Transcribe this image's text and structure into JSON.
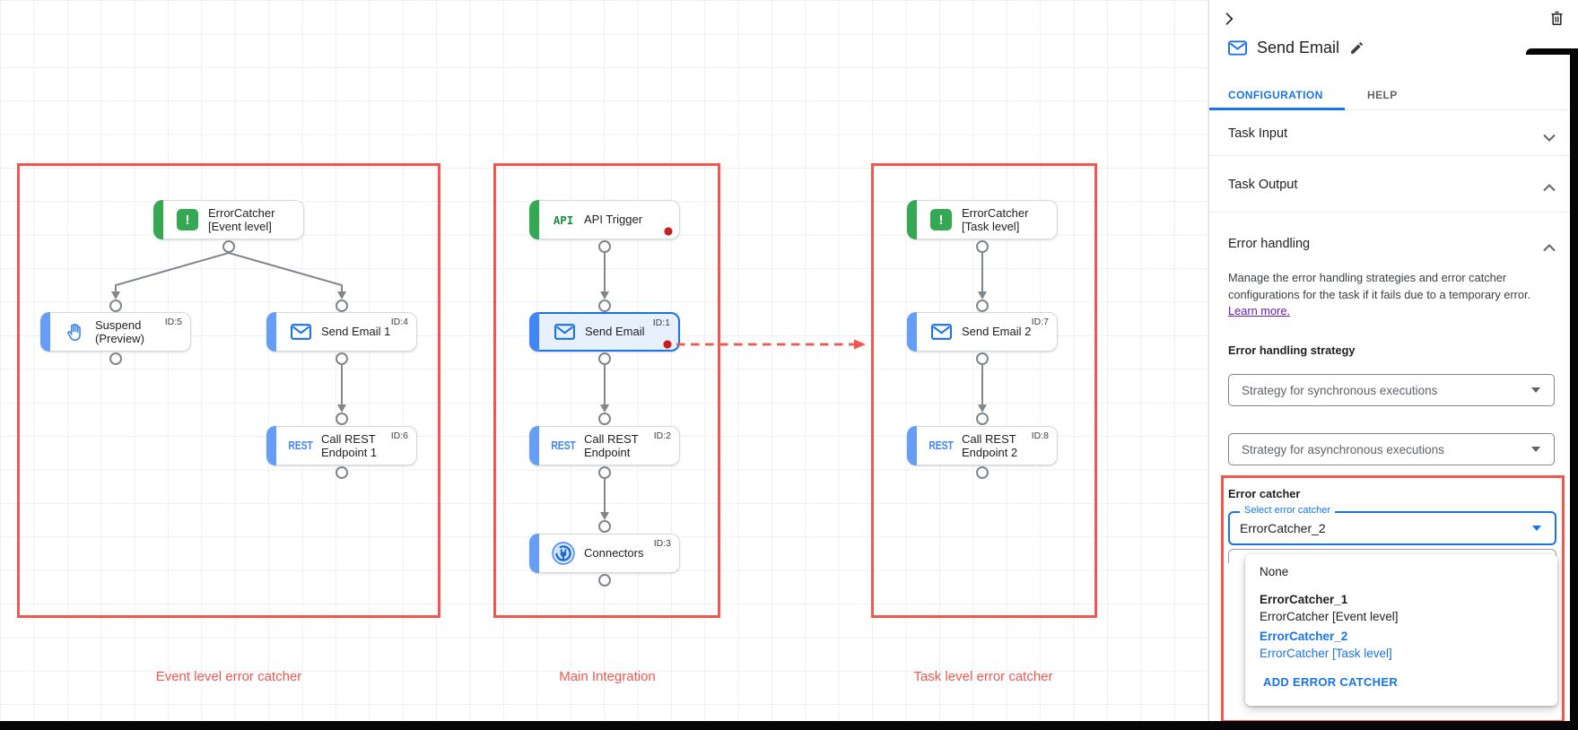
{
  "canvas": {
    "group_labels": {
      "event": "Event level error catcher",
      "main": "Main Integration",
      "task": "Task level error catcher"
    },
    "icon_texts": {
      "api": "API",
      "rest": "REST",
      "error": "!"
    },
    "nodes": {
      "ec_event": {
        "label": "ErrorCatcher [Event level]"
      },
      "suspend": {
        "label": "Suspend (Preview)",
        "id": "ID:5"
      },
      "send_email_1": {
        "label": "Send Email 1",
        "id": "ID:4"
      },
      "call_rest_1": {
        "label": "Call REST Endpoint 1",
        "id": "ID:6"
      },
      "api_trigger": {
        "label": "API Trigger"
      },
      "send_email": {
        "label": "Send Email",
        "id": "ID:1"
      },
      "call_rest": {
        "label": "Call REST Endpoint",
        "id": "ID:2"
      },
      "connectors": {
        "label": "Connectors",
        "id": "ID:3"
      },
      "ec_task": {
        "label": "ErrorCatcher [Task level]"
      },
      "send_email_2": {
        "label": "Send Email 2",
        "id": "ID:7"
      },
      "call_rest_2": {
        "label": "Call REST Endpoint 2",
        "id": "ID:8"
      }
    }
  },
  "panel": {
    "title": "Send Email",
    "tabs": {
      "configuration": "CONFIGURATION",
      "help": "HELP"
    },
    "sections": {
      "task_input": "Task Input",
      "task_output": "Task Output",
      "error_handling": "Error handling"
    },
    "error_handling": {
      "description": "Manage the error handling strategies and error catcher configurations for the task if it fails due to a temporary error.",
      "learn_more": "Learn more.",
      "strategy_label": "Error handling strategy",
      "sync_select_value": "Strategy for synchronous executions",
      "async_select_value": "Strategy for asynchronous executions",
      "error_catcher_label": "Error catcher",
      "select_label": "Select error catcher",
      "select_value": "ErrorCatcher_2",
      "menu": {
        "none": "None",
        "ec1_name": "ErrorCatcher_1",
        "ec1_desc": "ErrorCatcher [Event level]",
        "ec2_name": "ErrorCatcher_2",
        "ec2_desc": "ErrorCatcher [Task level]",
        "add": "ADD ERROR CATCHER"
      }
    }
  },
  "icons": {
    "collapse-panel": "chevron-right",
    "delete-task": "trash",
    "task": "envelope",
    "edit-title": "pencil",
    "expanders": "chevron-up-down",
    "connection-point": "circle",
    "error-indicator": "red-dot"
  },
  "colors": {
    "accent_blue": "#1a73e8",
    "node_blue_bar": "#669df6",
    "green": "#34a853",
    "annotation_red": "#f4564f",
    "error_dot_red": "#c5221f",
    "link_purple": "#681da8",
    "selected_node_bg": "#e8f0fe"
  }
}
